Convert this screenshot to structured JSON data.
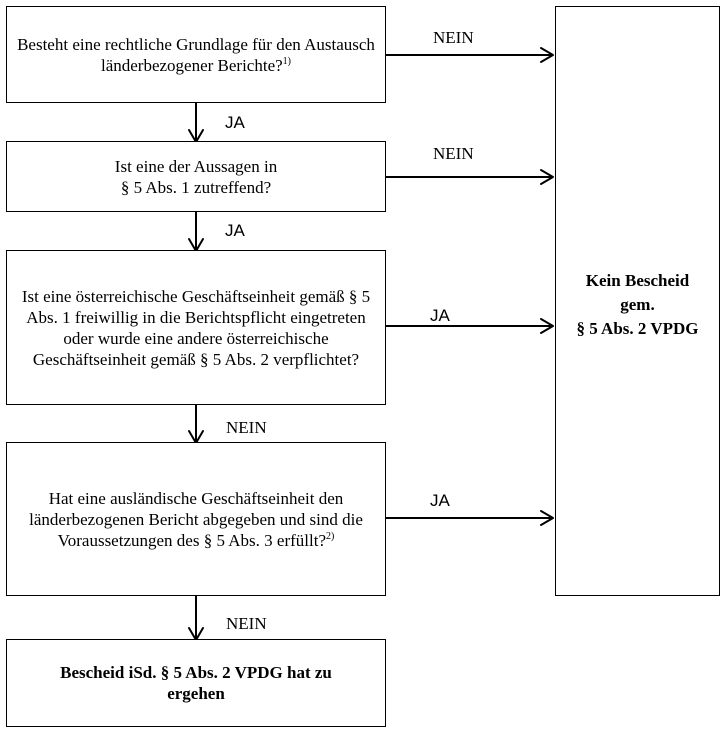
{
  "boxes": {
    "q1": {
      "text": "Besteht eine rechtliche Grundlage für den Austausch länderbezogener Berichte?",
      "footnote": "1)"
    },
    "q2": {
      "line1": "Ist eine der Aussagen in",
      "line2": "§ 5 Abs. 1 zutreffend?"
    },
    "q3": {
      "text": "Ist eine österreichische Geschäftseinheit gemäß § 5 Abs. 1 freiwillig in die Berichtspflicht eingetreten oder wurde eine andere österreichische Geschäftseinheit gemäß § 5 Abs. 2 verpflichtet?"
    },
    "q4": {
      "text": "Hat eine ausländische Geschäftseinheit den länderbezogenen Bericht abgegeben und sind die Voraussetzungen des § 5 Abs. 3 erfüllt?",
      "footnote": "2)"
    },
    "result_bottom": {
      "text": "Bescheid iSd. § 5 Abs. 2 VPDG hat zu ergehen"
    },
    "result_right": {
      "line1": "Kein Bescheid",
      "line2": "gem.",
      "line3": "§ 5 Abs. 2 VPDG"
    }
  },
  "edges": {
    "q1_right": "NEIN",
    "q1_down": "JA",
    "q2_right": "NEIN",
    "q2_down": "JA",
    "q3_right": "JA",
    "q3_down": "NEIN",
    "q4_right": "JA",
    "q4_down": "NEIN"
  }
}
